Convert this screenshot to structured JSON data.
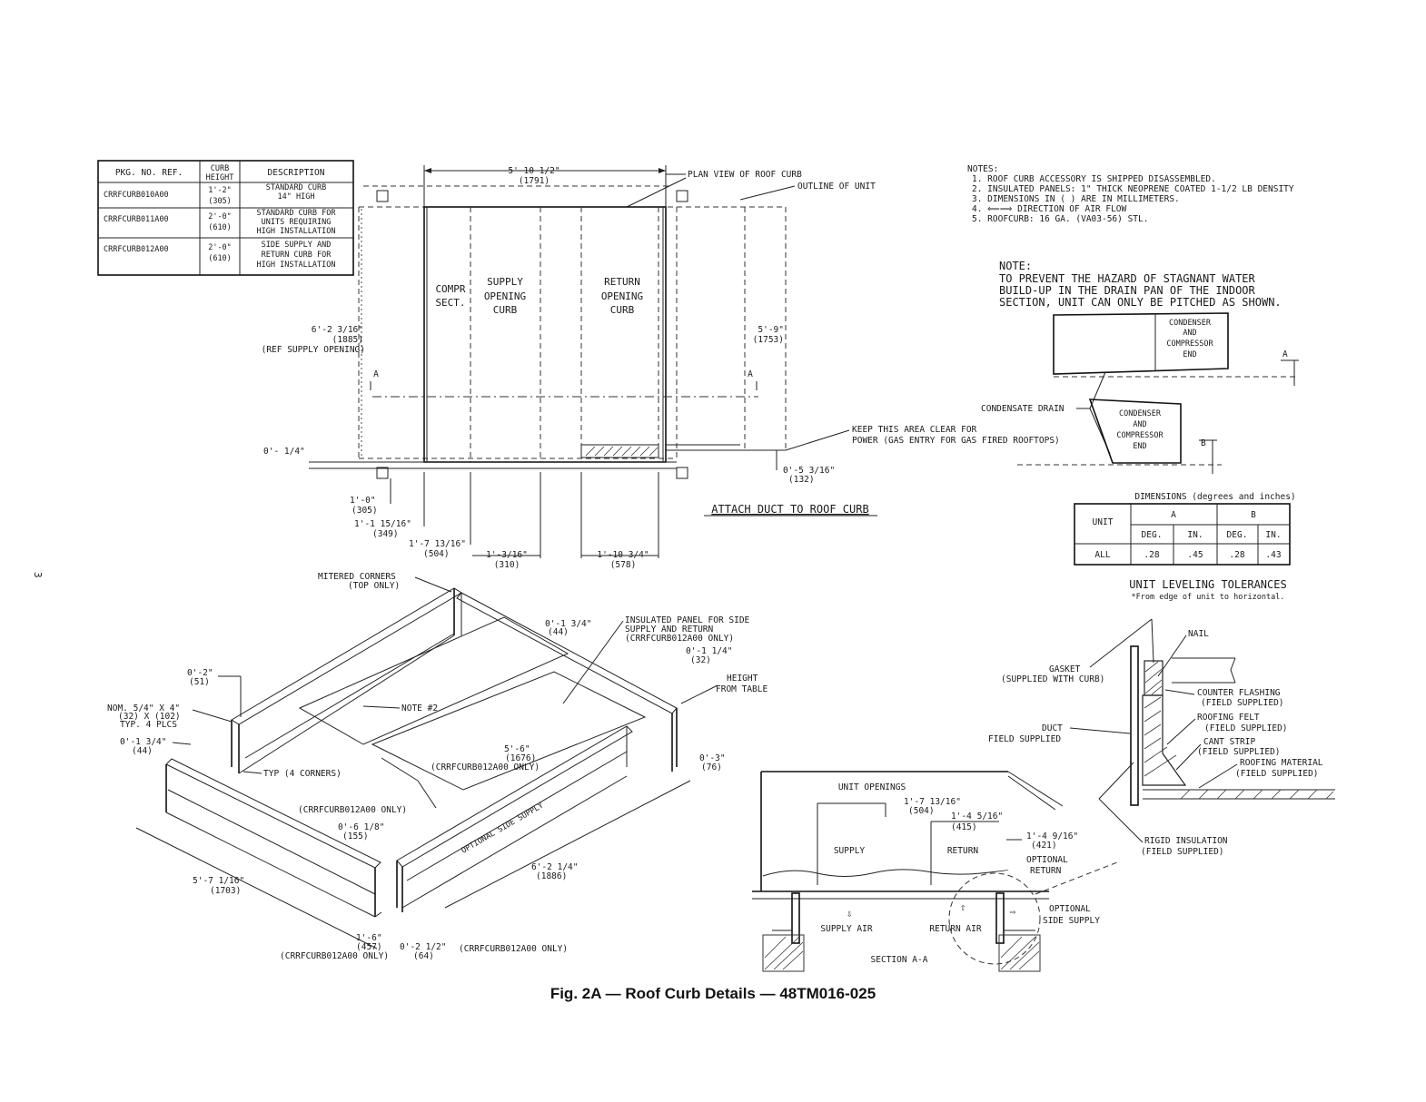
{
  "caption": "Fig. 2A — Roof Curb Details — 48TM016-025",
  "page_number": "3",
  "curb_table": {
    "headers": [
      "PKG. NO. REF.",
      "CURB",
      "HEIGHT",
      "DESCRIPTION"
    ],
    "rows": [
      {
        "ref": "CRRFCURB010A00",
        "h1": "1'-2\"",
        "h2": "(305)",
        "d1": "STANDARD CURB",
        "d2": "14\" HIGH",
        "d3": ""
      },
      {
        "ref": "CRRFCURB011A00",
        "h1": "2'-0\"",
        "h2": "(610)",
        "d1": "STANDARD CURB FOR",
        "d2": "UNITS REQUIRING",
        "d3": "HIGH INSTALLATION"
      },
      {
        "ref": "CRRFCURB012A00",
        "h1": "2'-0\"",
        "h2": "(610)",
        "d1": "SIDE SUPPLY AND",
        "d2": "RETURN CURB FOR",
        "d3": "HIGH INSTALLATION"
      }
    ]
  },
  "notes": {
    "title": "NOTES:",
    "items": [
      "1. ROOF CURB ACCESSORY IS SHIPPED DISASSEMBLED.",
      "2. INSULATED PANELS: 1\" THICK NEOPRENE COATED 1-1/2 LB DENSITY",
      "3. DIMENSIONS IN ( ) ARE IN MILLIMETERS.",
      "4. ⟸⟹ DIRECTION OF AIR FLOW",
      "5. ROOFCURB: 16 GA. (VA03-56) STL."
    ]
  },
  "pitch_note": {
    "lines": [
      "NOTE:",
      "TO PREVENT THE HAZARD OF STAGNANT WATER",
      "BUILD-UP IN THE DRAIN PAN OF THE INDOOR",
      "SECTION, UNIT CAN ONLY BE PITCHED AS SHOWN."
    ],
    "condenser_lines": [
      "CONDENSER",
      "AND",
      "COMPRESSOR",
      "END"
    ],
    "condensate_drain": "CONDENSATE DRAIN",
    "label_a": "A",
    "label_b": "B"
  },
  "tolerance_table": {
    "title": "DIMENSIONS (degrees and inches)",
    "unit_header": "UNIT",
    "col_a": "A",
    "col_b": "B",
    "deg": "DEG.",
    "in": "IN.",
    "row_label": "ALL",
    "values": [
      ".28",
      ".45",
      ".28",
      ".43"
    ],
    "caption": "UNIT LEVELING TOLERANCES",
    "subcaption": "*From edge of unit to horizontal."
  },
  "plan": {
    "width_dim": "5'-10 1/2\"",
    "width_mm": "(1791)",
    "plan_view_label": "PLAN VIEW OF ROOF CURB",
    "outline_label": "OUTLINE OF UNIT",
    "compr": [
      "COMPR",
      "SECT."
    ],
    "supply": [
      "SUPPLY",
      "OPENING",
      "CURB"
    ],
    "return": [
      "RETURN",
      "OPENING",
      "CURB"
    ],
    "left_dim": "6'-2 3/16\"",
    "left_mm": "(1885)",
    "left_ref": "(REF SUPPLY OPENING)",
    "right_dim": "5'-9\"",
    "right_mm": "(1753)",
    "section_a": "A",
    "keep_clear": [
      "KEEP THIS AREA CLEAR FOR",
      "POWER (GAS ENTRY FOR GAS FIRED ROOFTOPS)"
    ],
    "dim_quarter": "0'- 1/4\"",
    "dim_05": "0'-5 3/16\"",
    "dim_05_mm": "(132)",
    "dim_10": "1'-0\"",
    "dim_10_mm": "(305)",
    "dim_11": "1'-1 15/16\"",
    "dim_11_mm": "(349)",
    "dim_17": "1'-7 13/16\"",
    "dim_17_mm": "(504)",
    "dim_13": "1'-3/16\"",
    "dim_13_mm": "(310)",
    "dim_110": "1'-10 3/4\"",
    "dim_110_mm": "(578)",
    "attach_duct": "ATTACH DUCT TO ROOF CURB"
  },
  "iso": {
    "mitered": [
      "MITERED CORNERS",
      "(TOP ONLY)"
    ],
    "dim_134": "0'-1 3/4\"",
    "dim_134_mm": "(44)",
    "insulated": [
      "INSULATED PANEL FOR SIDE",
      "SUPPLY AND RETURN",
      "(CRRFCURB012A00 ONLY)"
    ],
    "dim_114": "0'-1 1/4\"",
    "dim_114_mm": "(32)",
    "height_table": [
      "HEIGHT",
      "FROM TABLE"
    ],
    "dim_02": "0'-2\"",
    "dim_02_mm": "(51)",
    "note2": "NOTE #2",
    "nom": [
      "NOM. 5/4\" X 4\"",
      "(32) X (102)",
      "TYP. 4 PLCS"
    ],
    "dim_0134": "0'-1 3/4\"",
    "dim_0134_mm": "(44)",
    "typ_corners": "TYP (4 CORNERS)",
    "dim_56": "5'-6\"",
    "dim_56_mm": "(1676)",
    "crrf_only": "(CRRFCURB012A00 ONLY)",
    "dim_03": "0'-3\"",
    "dim_03_mm": "(76)",
    "optional_side_supply": "OPTIONAL SIDE SUPPLY",
    "dim_06": "0'-6 1/8\"",
    "dim_06_mm": "(155)",
    "dim_57": "5'-7 1/16\"",
    "dim_57_mm": "(1703)",
    "dim_62": "6'-2 1/4\"",
    "dim_62_mm": "(1886)",
    "dim_16": "1'-6\"",
    "dim_16_mm": "(457)",
    "dim_022": "0'-2 1/2\"",
    "dim_022_mm": "(64)"
  },
  "section": {
    "unit_openings": "UNIT OPENINGS",
    "dim_a": "1'-7 13/16\"",
    "dim_a_mm": "(504)",
    "dim_b": "1'-4 5/16\"",
    "dim_b_mm": "(415)",
    "dim_c": "1'-4 9/16\"",
    "dim_c_mm": "(421)",
    "supply": "SUPPLY",
    "return": "RETURN",
    "optional_return": [
      "OPTIONAL",
      "RETURN"
    ],
    "optional_side_supply": [
      "OPTIONAL",
      "SIDE SUPPLY"
    ],
    "supply_air": "SUPPLY AIR",
    "return_air": "RETURN AIR",
    "label": "SECTION A-A"
  },
  "detail": {
    "nail": "NAIL",
    "gasket": [
      "GASKET",
      "(SUPPLIED WITH CURB)"
    ],
    "counter_flashing": [
      "COUNTER FLASHING",
      "(FIELD SUPPLIED)"
    ],
    "roofing_felt": [
      "ROOFING FELT",
      "(FIELD SUPPLIED)"
    ],
    "cant_strip": [
      "CANT STRIP",
      "(FIELD SUPPLIED)"
    ],
    "roofing_material": [
      "ROOFING MATERIAL",
      "(FIELD SUPPLIED)"
    ],
    "duct": [
      "DUCT",
      "FIELD SUPPLIED"
    ],
    "rigid": [
      "RIGID INSULATION",
      "(FIELD SUPPLIED)"
    ]
  }
}
